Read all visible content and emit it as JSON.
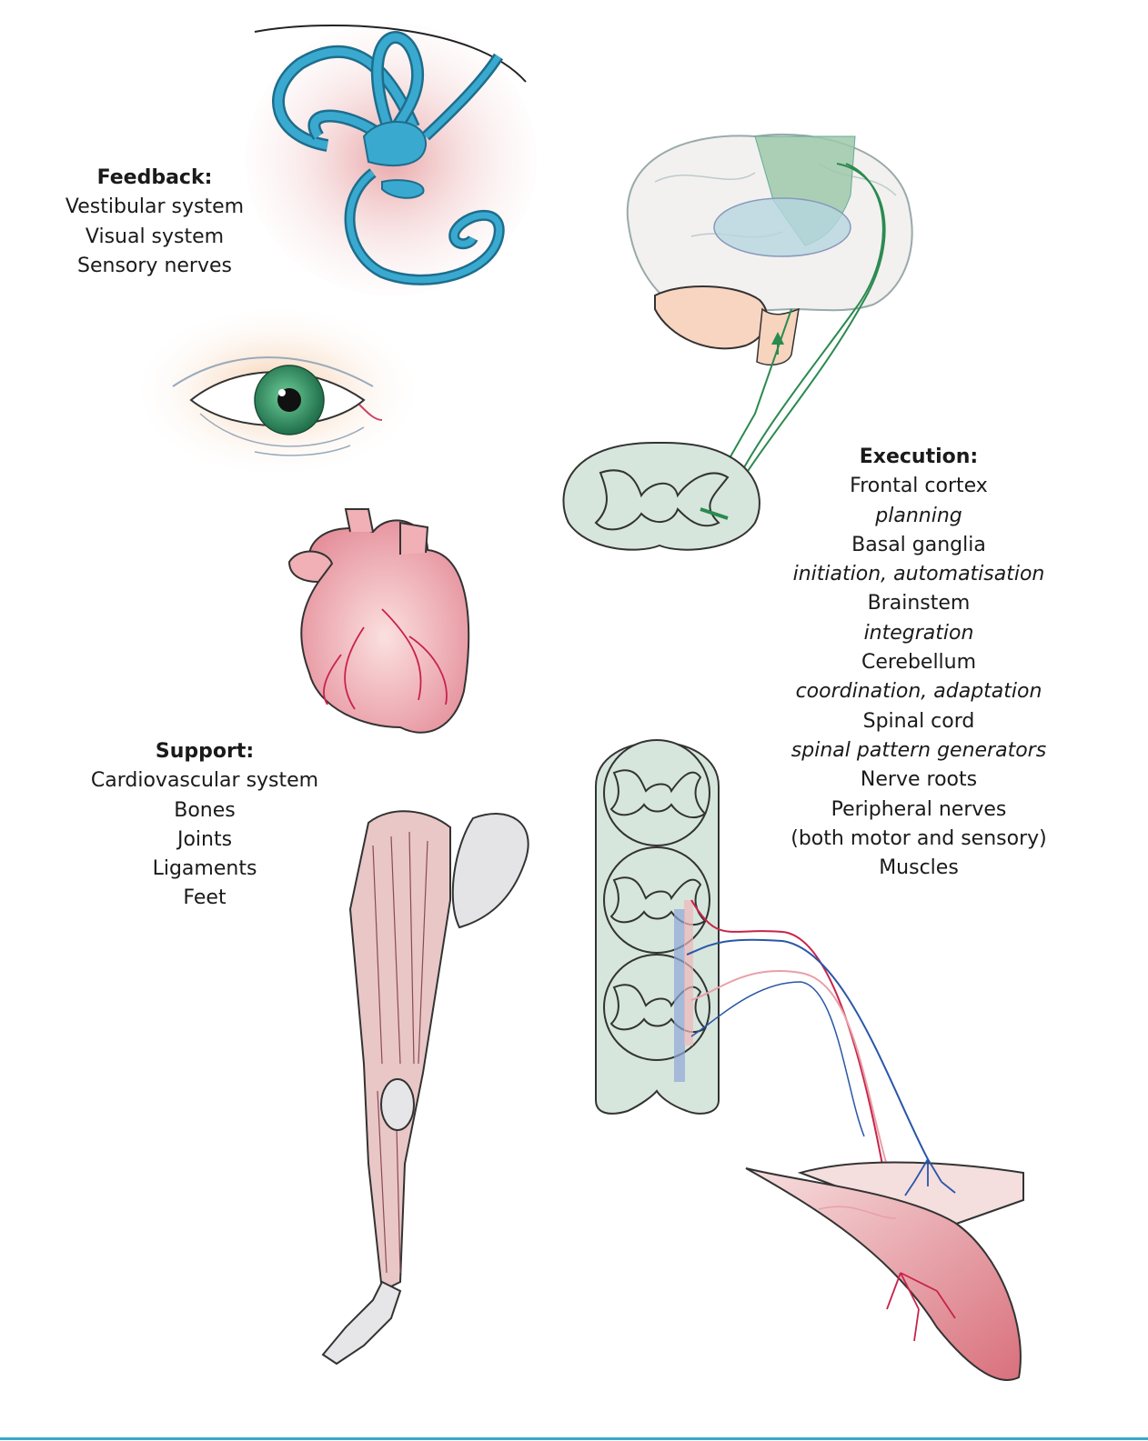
{
  "feedback": {
    "heading": "Feedback:",
    "items": [
      "Vestibular system",
      "Visual system",
      "Sensory nerves"
    ]
  },
  "execution": {
    "heading": "Execution:",
    "lines": [
      {
        "text": "Frontal cortex",
        "italic": false
      },
      {
        "text": "planning",
        "italic": true
      },
      {
        "text": "Basal ganglia",
        "italic": false
      },
      {
        "text": "initiation, automatisation",
        "italic": true
      },
      {
        "text": "Brainstem",
        "italic": false
      },
      {
        "text": "integration",
        "italic": true
      },
      {
        "text": "Cerebellum",
        "italic": false
      },
      {
        "text": "coordination, adaptation",
        "italic": true
      },
      {
        "text": "Spinal cord",
        "italic": false
      },
      {
        "text": "spinal pattern generators",
        "italic": true
      },
      {
        "text": "Nerve roots",
        "italic": false
      },
      {
        "text": "Peripheral nerves",
        "italic": false
      },
      {
        "text": "(both motor and sensory)",
        "italic": false
      },
      {
        "text": "Muscles",
        "italic": false
      }
    ]
  },
  "support": {
    "heading": "Support:",
    "items": [
      "Cardiovascular system",
      "Bones",
      "Joints",
      "Ligaments",
      "Feet"
    ]
  },
  "illustrations": {
    "inner_ear": "inner-ear-icon",
    "eye": "eye-icon",
    "brain": "brain-icon",
    "spinal_cross_section": "spinal-cord-section-icon",
    "heart": "heart-icon",
    "leg": "leg-skeleton-muscle-icon",
    "spinal_column": "spinal-cord-segments-icon",
    "muscle": "muscle-nerve-icon"
  },
  "colors": {
    "vestibular_blue": "#3aa9cf",
    "motor_tract_green": "#2a8a4f",
    "motor_nerve_red": "#c8234a",
    "sensory_nerve_blue": "#2a56a8",
    "spinal_fill": "#d6e6dc",
    "muscle_pink": "#e8a0a8",
    "rule": "#38a8c8"
  }
}
